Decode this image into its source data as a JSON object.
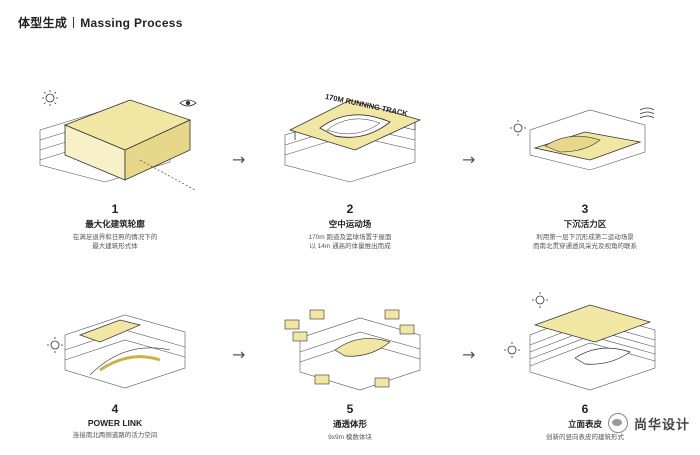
{
  "header": {
    "title_cn": "体型生成",
    "title_en": "Massing Process"
  },
  "steps": [
    {
      "num": "1",
      "name": "最大化建筑轮廓",
      "desc": [
        "在满足退界和日照的情况下的",
        "最大建筑形式体"
      ]
    },
    {
      "num": "2",
      "name": "空中运动场",
      "desc": [
        "170m 跑道及篮球场置于屋面",
        "以 14m 通高的体量推出而成"
      ],
      "label": "170M RUNNING TRACK"
    },
    {
      "num": "3",
      "name": "下沉活力区",
      "desc": [
        "利用第一层下沉形成第二运动场景",
        "而南北贯穿通透风采光及视角的联系"
      ]
    },
    {
      "num": "4",
      "name": "POWER LINK",
      "desc": [
        "连接南北两侧道路的活力空间"
      ]
    },
    {
      "num": "5",
      "name": "通透体形",
      "desc": [
        "9x9m 模数体块"
      ]
    },
    {
      "num": "6",
      "name": "立面表皮",
      "desc": [
        "创新的竖向表皮的建筑形式"
      ]
    }
  ],
  "watermark": "尚华设计",
  "colors": {
    "accent": "#f1e6a3",
    "accent_dark": "#c9b24a",
    "line": "#333333"
  }
}
